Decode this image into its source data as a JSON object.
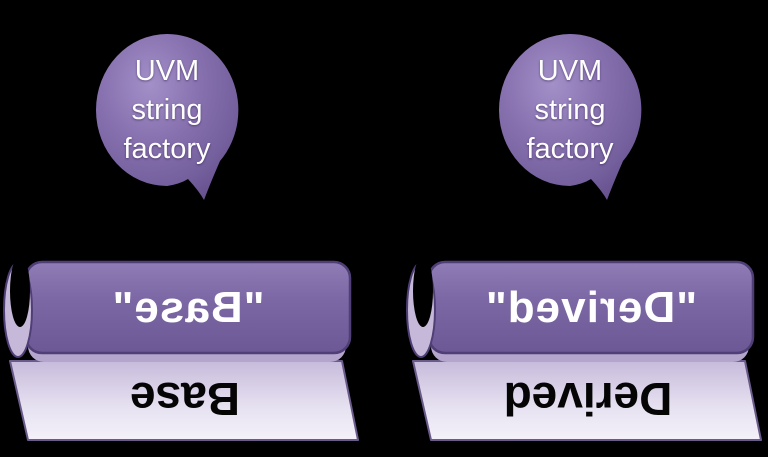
{
  "diagram": {
    "background_color": "#000000",
    "accent_purple": "#7c68a4",
    "roller_highlight": "#b3a5cc",
    "paper_light": "#f2eff8",
    "paper_dark_edge": "#6b5b8b",
    "stamps": [
      {
        "factory_lines": [
          "UVM",
          "string",
          "factory"
        ],
        "roller_text": "\"Base\"",
        "paper_text": "Base"
      },
      {
        "factory_lines": [
          "UVM",
          "string",
          "factory"
        ],
        "roller_text": "\"Derived\"",
        "paper_text": "Derived"
      }
    ]
  }
}
